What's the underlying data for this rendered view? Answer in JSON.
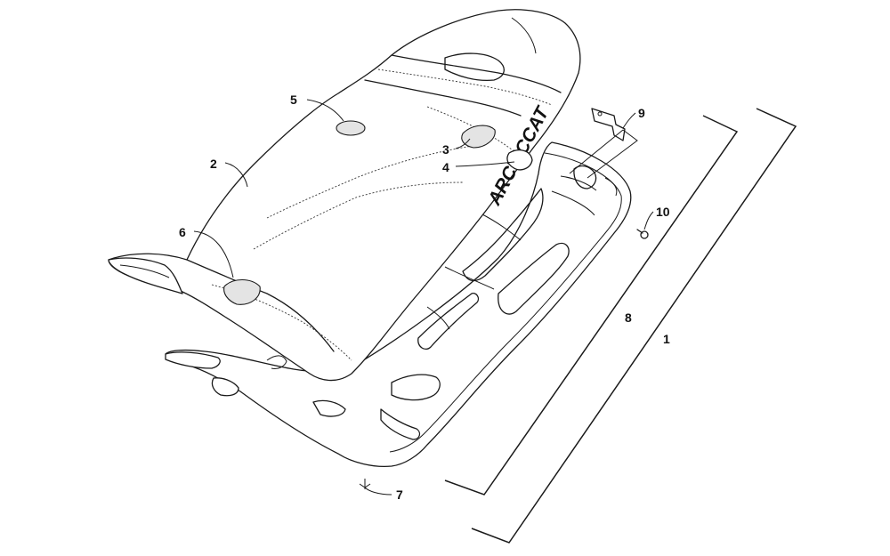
{
  "brand_text": "ARCTICCAT",
  "callouts": {
    "c1": "1",
    "c2": "2",
    "c3": "3",
    "c4": "4",
    "c5": "5",
    "c6": "6",
    "c7": "7",
    "c8": "8",
    "c9": "9",
    "c10": "10"
  }
}
